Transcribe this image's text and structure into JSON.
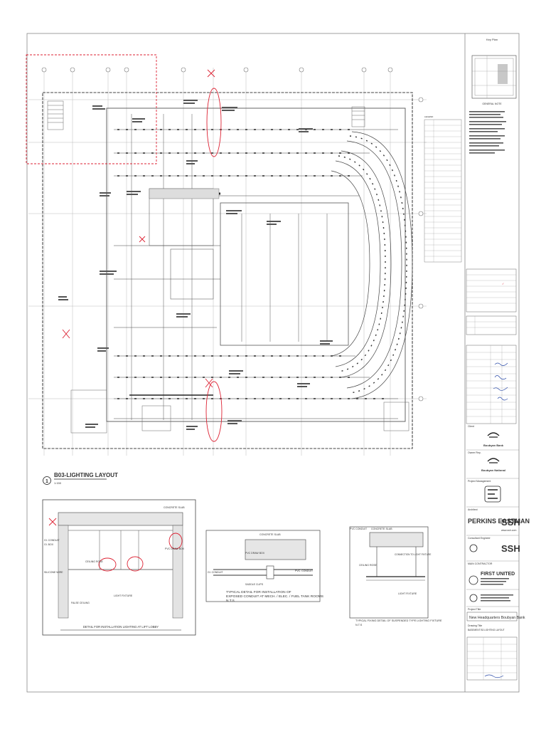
{
  "drawing": {
    "layout_title": "B03-LIGHTING LAYOUT",
    "layout_number": "1",
    "layout_scale": "1:150"
  },
  "details": {
    "lift_lobby_caption": "DETAIL FOR INSTALLATION LIGHTING AT LIFT LOBBY",
    "lift_lobby_labels": [
      "CONCRETE SLAB",
      "GI. CONDUIT",
      "GI. BOX",
      "PVC DRAW BOX",
      "SILICONE WIRE",
      "CEILING ROSE",
      "FALSE CEILING",
      "LIGHT FIXTURE"
    ],
    "conduit_caption_line1": "TYPICAL DETAIL FOR INSTALLATION OF",
    "conduit_caption_line2": "EXPOSED CONDUIT AT MECH. / ELEC. / FUEL TANK ROOMS",
    "conduit_caption_line3": "N.T.S",
    "conduit_labels": [
      "CONCRETE SLAB",
      "PVC DRAW BOX",
      "GI. CONDUIT",
      "PVC. CONDUIT",
      "SADDLE CLIPS"
    ],
    "fixing_caption": "TYPICAL FIXING DETAIL OF SUSPENDED TYPE LIGHTING FIXTURE",
    "fixing_scale": "N.T.S",
    "fixing_labels": [
      "PVC CONDUIT",
      "CONCRETE SLAB",
      "CONNECTION TO LIGHT FIXTURE",
      "CEILING ROSE",
      "LIGHT FIXTURE"
    ]
  },
  "title_block": {
    "key_plan": "Key Plan",
    "general_notes": "GENERAL NOTE",
    "legend": "LEGEND",
    "client_label": "Client",
    "client_name": "Boubyan Bank",
    "owner_label": "Owner Rep.",
    "owner_name": "Boubyan National",
    "pm_label": "Project Management",
    "architect_label": "Architect",
    "architect_1": "PERKINS EASTMAN",
    "architect_2": "SSH",
    "architect_web": "www.ssh.com",
    "engineer_label": "Consultant Engineer",
    "engineer_name": "SSH",
    "contractor_label": "MAIN CONTRACTOR",
    "contractor_name": "FIRST UNITED",
    "project_title_label": "Project Title",
    "project_title": "New Headquarters Boubyan Bank",
    "drawing_title_label": "Drawing Title",
    "drawing_title": "BASEMENT B3 LIGHTING LAYOUT"
  }
}
